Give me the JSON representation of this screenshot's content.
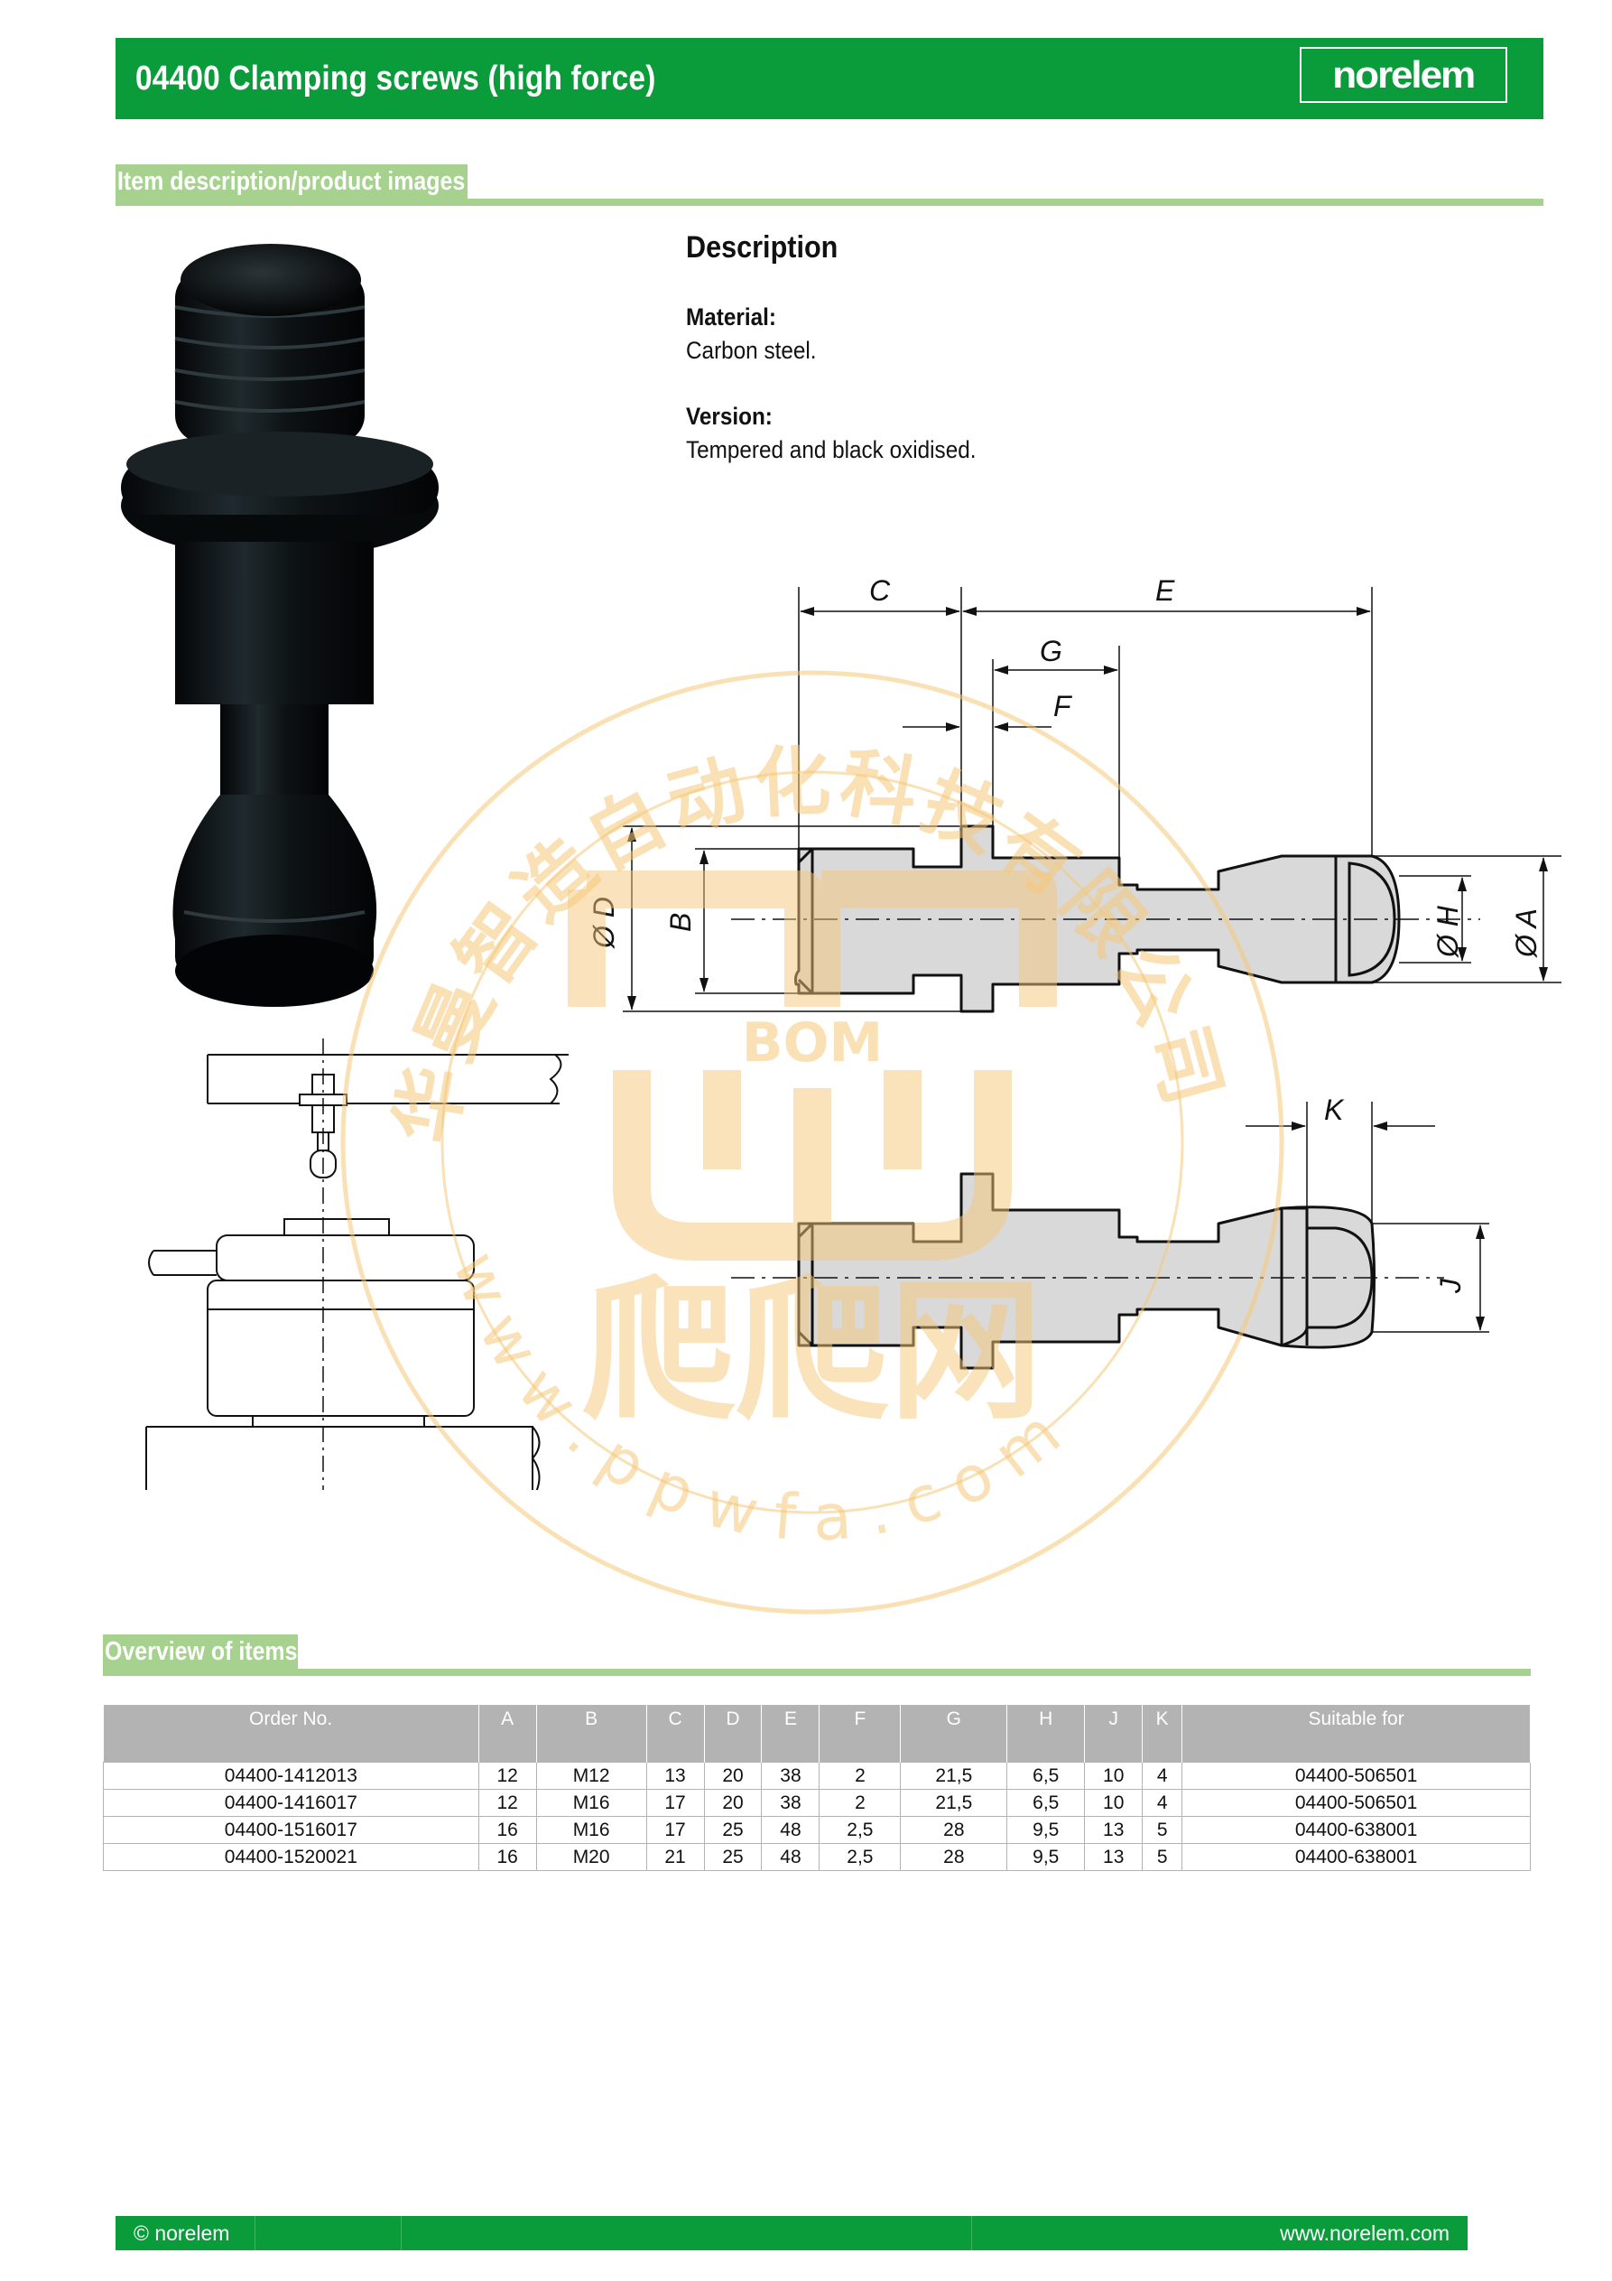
{
  "header": {
    "title": "04400 Clamping screws (high force)",
    "logo": "norelem"
  },
  "sections": {
    "item_description": "Item description/product images",
    "overview": "Overview of items"
  },
  "description": {
    "heading": "Description",
    "material_label": "Material:",
    "material_value": "Carbon steel.",
    "version_label": "Version:",
    "version_value": "Tempered and black oxidised."
  },
  "drawing": {
    "labels": {
      "C": "C",
      "E": "E",
      "G": "G",
      "F": "F",
      "D": "Ø D",
      "B": "B",
      "H": "Ø H",
      "A": "Ø A",
      "K": "K",
      "J": "J"
    }
  },
  "watermark": {
    "arc_text": "华曼智造自动化科技有限公司",
    "bottom_text": "w w w . p p w f a . c o m",
    "brand": "爬爬网",
    "mark": "BOM"
  },
  "table": {
    "headers": [
      "Order No.",
      "A",
      "B",
      "C",
      "D",
      "E",
      "F",
      "G",
      "H",
      "J",
      "K",
      "Suitable for"
    ],
    "rows": [
      [
        "04400-1412013",
        "12",
        "M12",
        "13",
        "20",
        "38",
        "2",
        "21,5",
        "6,5",
        "10",
        "4",
        "04400-506501"
      ],
      [
        "04400-1416017",
        "12",
        "M16",
        "17",
        "20",
        "38",
        "2",
        "21,5",
        "6,5",
        "10",
        "4",
        "04400-506501"
      ],
      [
        "04400-1516017",
        "16",
        "M16",
        "17",
        "25",
        "48",
        "2,5",
        "28",
        "9,5",
        "13",
        "5",
        "04400-638001"
      ],
      [
        "04400-1520021",
        "16",
        "M20",
        "21",
        "25",
        "48",
        "2,5",
        "28",
        "9,5",
        "13",
        "5",
        "04400-638001"
      ]
    ]
  },
  "footer": {
    "left": "© norelem",
    "right": "www.norelem.com"
  },
  "colors": {
    "brand_green": "#0a9b3a",
    "section_green": "#a6d18e",
    "table_header": "#b3b3b3",
    "watermark": "#f6c879"
  }
}
